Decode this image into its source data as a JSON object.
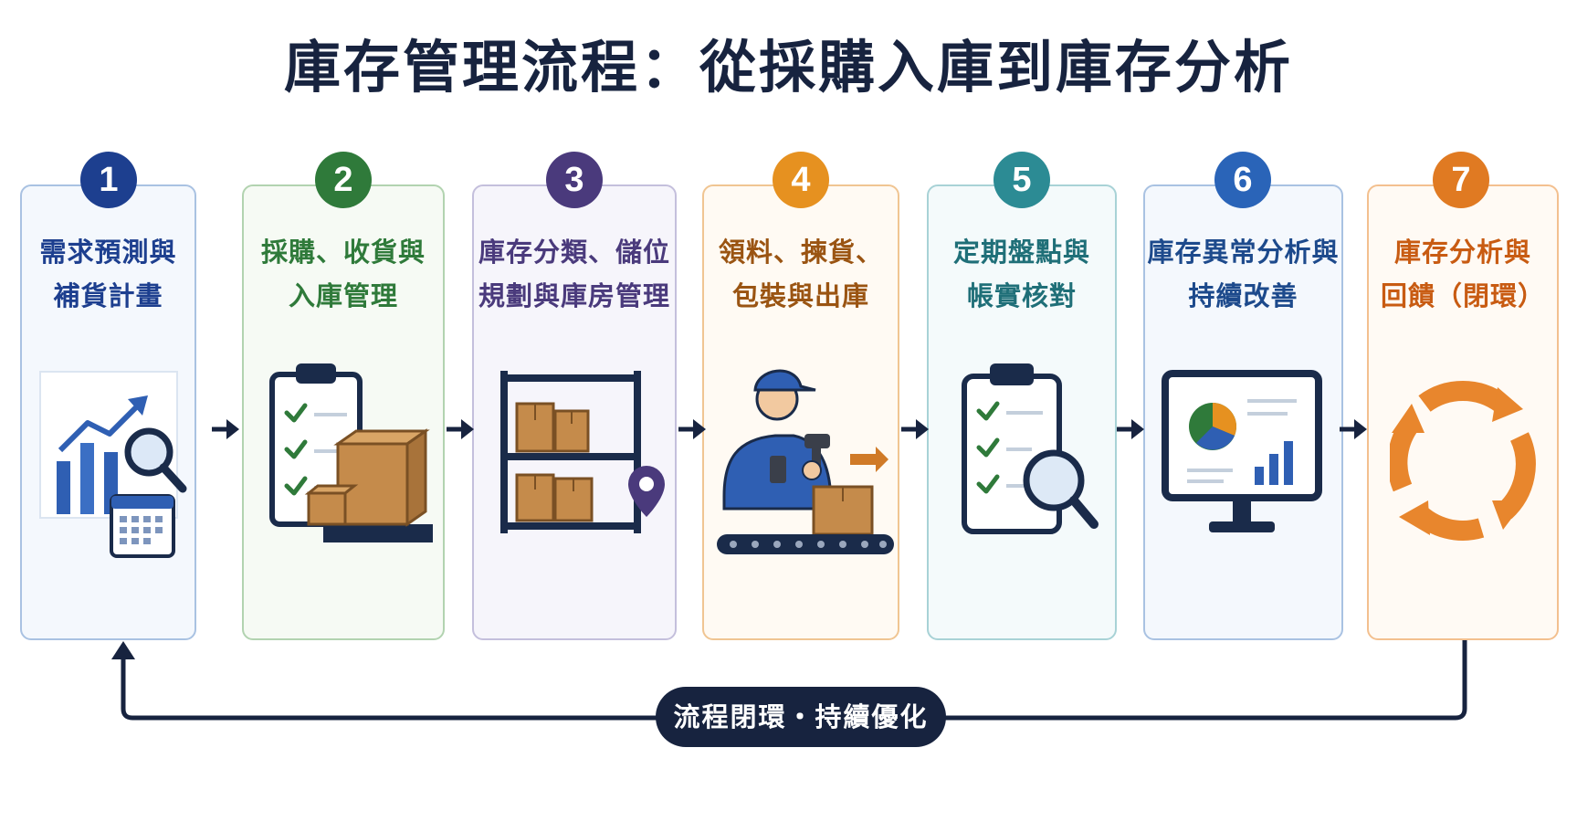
{
  "title": "庫存管理流程：從採購入庫到庫存分析",
  "steps": [
    {
      "number": "1",
      "line1": "需求預測與",
      "line2": "補貨計畫",
      "color": "#1d3f8f",
      "border": "#a9c2e2",
      "bg": "#f4f8fd",
      "icon": "chart-magnifier-calendar-icon"
    },
    {
      "number": "2",
      "line1": "採購、收貨與",
      "line2": "入庫管理",
      "color": "#2f7a3a",
      "border": "#b2d3b0",
      "bg": "#f6faf4",
      "icon": "clipboard-boxes-icon"
    },
    {
      "number": "3",
      "line1": "庫存分類、儲位",
      "line2": "規劃與庫房管理",
      "color": "#4a3a7c",
      "border": "#c4bfdc",
      "bg": "#f6f5fb",
      "icon": "shelving-location-icon"
    },
    {
      "number": "4",
      "line1": "領料、揀貨、",
      "line2": "包裝與出庫",
      "color": "#9a5412",
      "border": "#f0c592",
      "bg": "#fffaf3",
      "icon": "worker-scanner-conveyor-icon"
    },
    {
      "number": "5",
      "line1": "定期盤點與",
      "line2": "帳實核對",
      "color": "#1f6f78",
      "border": "#a8d2d6",
      "bg": "#f4fafb",
      "icon": "clipboard-magnifier-icon"
    },
    {
      "number": "6",
      "line1": "庫存異常分析與",
      "line2": "持續改善",
      "color": "#1d4a8c",
      "border": "#a9c2e2",
      "bg": "#f4f8fd",
      "icon": "monitor-charts-icon"
    },
    {
      "number": "7",
      "line1": "庫存分析與",
      "line2": "回饋（閉環）",
      "color": "#c85b12",
      "border": "#f3c08f",
      "bg": "#fffaf4",
      "icon": "cycle-arrows-icon"
    }
  ],
  "loop_label": "流程閉環・持續優化"
}
